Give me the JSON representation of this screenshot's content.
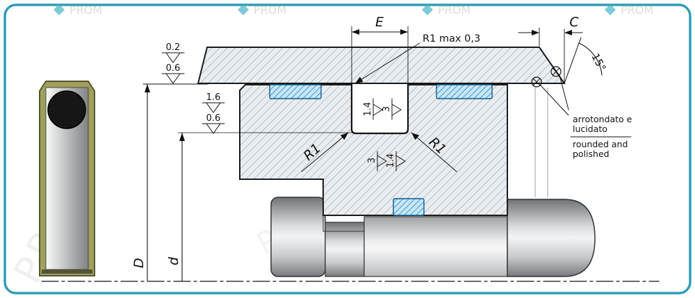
{
  "colors": {
    "frame_teal": "#2f9db4",
    "seal_olive": "#9fa05e",
    "wear_ring_blue": "#1d86c8",
    "hatch_gray": "#97a0a8"
  },
  "labels": {
    "E": "E",
    "C": "C",
    "D": "D",
    "d": "d",
    "r1": "R1",
    "r1_max": "R1 max 0,3",
    "angle": "15°",
    "rough_top": {
      "v1": "0.2",
      "v2": "0.6"
    },
    "rough_block": {
      "v1": "1.6",
      "v2": "0.6"
    },
    "rough_groove": {
      "v1": "1.4",
      "v2": "3"
    },
    "rough_groove_floor": {
      "v1": "3",
      "v2": "1.4"
    },
    "note": {
      "it1": "arrotondato e",
      "it2": "lucidato",
      "en1": "rounded and",
      "en2": "polished"
    }
  },
  "watermark": {
    "text": "PROM"
  }
}
